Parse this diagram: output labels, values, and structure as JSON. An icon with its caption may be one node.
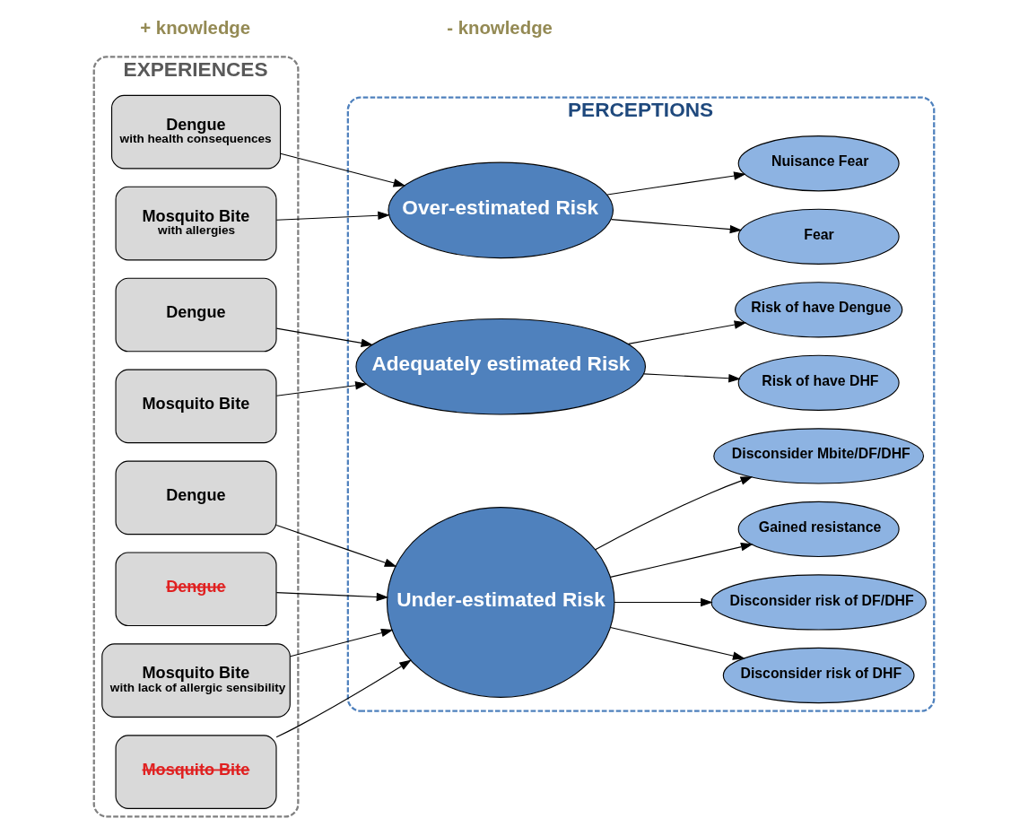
{
  "diagram": {
    "nodes": [
      {
        "text": [
          "EXPERIENCES"
        ]
      },
      {
        "text": [
          "Dengue",
          "with health consequences"
        ],
        "in": 0
      },
      {
        "text": [
          "Mosquito Bite",
          "with allergies"
        ],
        "in": 0
      },
      {
        "text": [
          "Dengue"
        ],
        "in": 0
      },
      {
        "text": [
          "Mosquito Bite"
        ],
        "in": 0
      },
      {
        "text": [
          "Dengue"
        ],
        "in": 0
      },
      {
        "text": [
          "Dengue"
        ],
        "in": 0
      },
      {
        "text": [
          "Mosquito Bite",
          "with lack of allergic sensibility"
        ],
        "in": 0
      },
      {
        "text": [
          "Mosquito Bite"
        ],
        "in": 0
      },
      {
        "text": [
          "PERCEPTIONS"
        ]
      },
      {
        "text": [
          "Over-estimated Risk"
        ],
        "in": 9
      },
      {
        "text": [
          "Adequately estimated Risk"
        ],
        "in": 9
      },
      {
        "text": [
          "Under-estimated Risk"
        ],
        "in": 9
      },
      {
        "text": [
          "Fear"
        ],
        "in": 9
      },
      {
        "text": [
          "Nuisance Fear"
        ],
        "in": 9
      },
      {
        "text": [
          "Risk of have DHF"
        ],
        "in": 9
      },
      {
        "text": [
          "Risk of have Dengue"
        ],
        "in": 9
      },
      {
        "text": [
          "Disconsider risk of DHF"
        ],
        "in": 9
      },
      {
        "text": [
          "Disconsider risk of DF/DHF"
        ],
        "in": 9
      },
      {
        "text": [
          "Gained resistance"
        ],
        "in": 9
      },
      {
        "text": [
          "Disconsider Mbite/DF/DHF"
        ],
        "in": 9
      }
    ],
    "edges": [
      {
        "from": 1,
        "to": 10,
        "arrow": "to"
      },
      {
        "from": 2,
        "to": 10,
        "arrow": "to"
      },
      {
        "from": 3,
        "to": 11,
        "arrow": "to"
      },
      {
        "from": 4,
        "to": 11,
        "arrow": "to"
      },
      {
        "from": 5,
        "to": 12,
        "arrow": "to"
      },
      {
        "from": 6,
        "to": 12,
        "arrow": "to"
      },
      {
        "from": 7,
        "to": 12,
        "arrow": "to"
      },
      {
        "from": 8,
        "to": 12,
        "arrow": "to"
      },
      {
        "from": 10,
        "to": 13,
        "arrow": "to"
      },
      {
        "from": 10,
        "to": 14,
        "arrow": "to"
      },
      {
        "from": 11,
        "to": 15,
        "arrow": "to"
      },
      {
        "from": 11,
        "to": 16,
        "arrow": "to"
      },
      {
        "from": 12,
        "to": 17,
        "arrow": "to"
      },
      {
        "from": 12,
        "to": 18,
        "arrow": "to"
      },
      {
        "from": 12,
        "to": 19,
        "arrow": "to"
      },
      {
        "from": 12,
        "to": 20,
        "arrow": "to"
      }
    ],
    "labels": [
      "+ knowledge",
      "- knowledge"
    ]
  }
}
